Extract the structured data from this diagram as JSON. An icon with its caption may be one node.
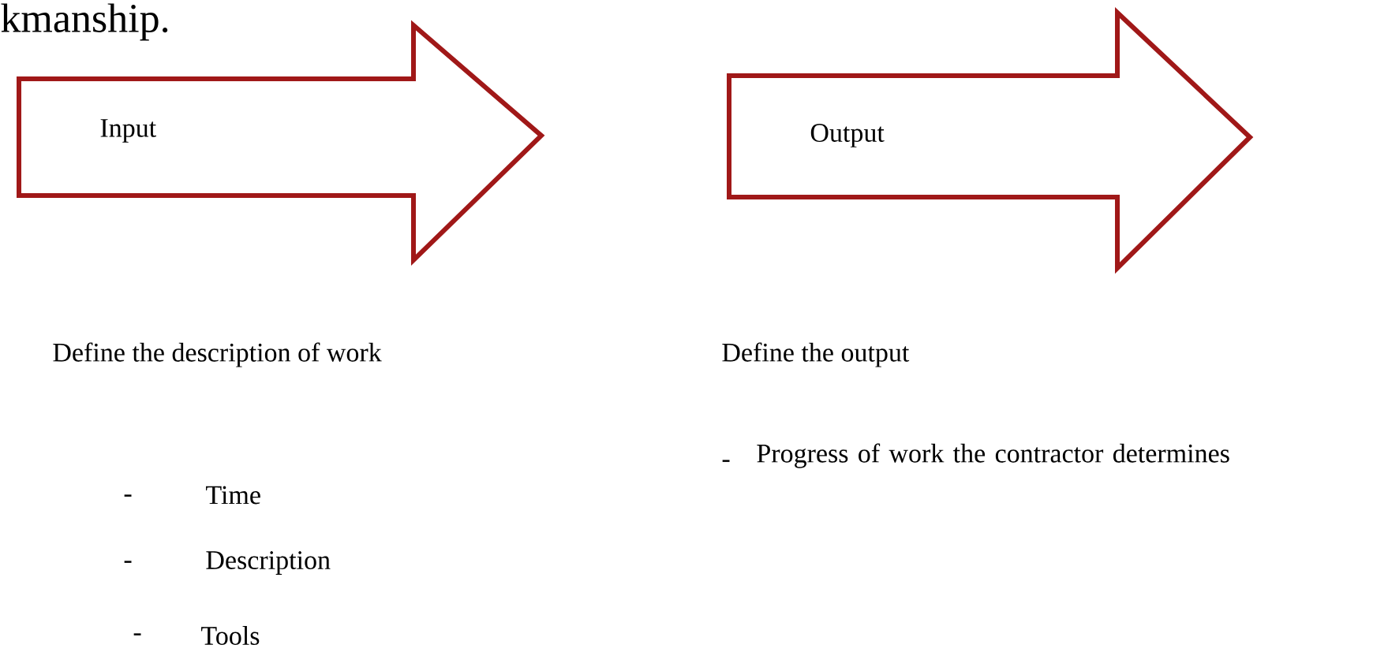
{
  "diagram": {
    "nodes": [
      {
        "text": [
          "Input"
        ]
      },
      {
        "text": [
          "Output"
        ]
      }
    ],
    "labels": [
      "kmanship.",
      "Define the description of work",
      "Define the output",
      "-",
      "Time",
      "-",
      "Progress of work the contractor determines",
      "-",
      "Description",
      "-",
      "Tools"
    ]
  }
}
